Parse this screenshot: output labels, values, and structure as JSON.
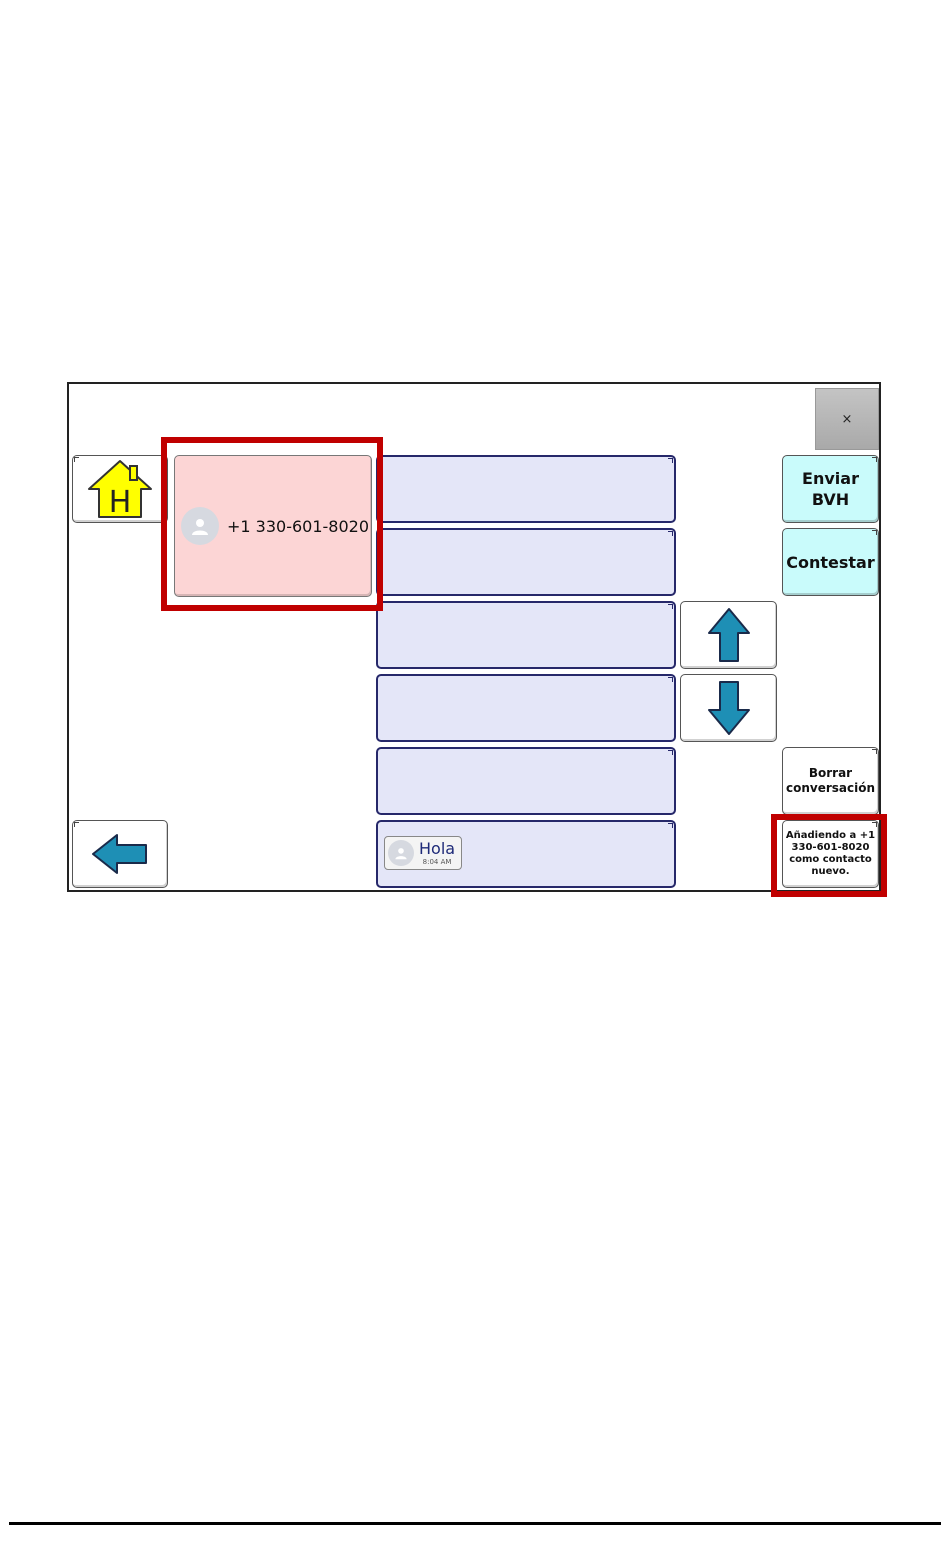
{
  "window": {
    "close_label": "×"
  },
  "contact": {
    "name": "+1 330-601-8020"
  },
  "home": {
    "label": "H"
  },
  "messages": [
    {
      "text": ""
    },
    {
      "text": ""
    },
    {
      "text": ""
    },
    {
      "text": ""
    },
    {
      "text": ""
    },
    {
      "text": "Hola",
      "time": "8:04 AM"
    }
  ],
  "side": {
    "send_line1": "Enviar",
    "send_line2": "BVH",
    "reply_label": "Contestar",
    "delete_line1": "Borrar",
    "delete_line2": "conversación",
    "adding_line1": "Añadiendo a +1",
    "adding_line2": "330-601-8020",
    "adding_line3": "como contacto",
    "adding_line4": "nuevo."
  },
  "colors": {
    "highlight": "#c00000",
    "contact_tile": "#fcd5d5",
    "message_tile": "#e4e6f8",
    "action_button": "#c9fbfb",
    "arrow": "#1e8fb5",
    "home_icon": "#ffff00"
  },
  "icons": {
    "home": "home-icon",
    "back": "arrow-left-icon",
    "up": "arrow-up-icon",
    "down": "arrow-down-icon",
    "avatar": "person-icon",
    "close": "close-icon"
  }
}
